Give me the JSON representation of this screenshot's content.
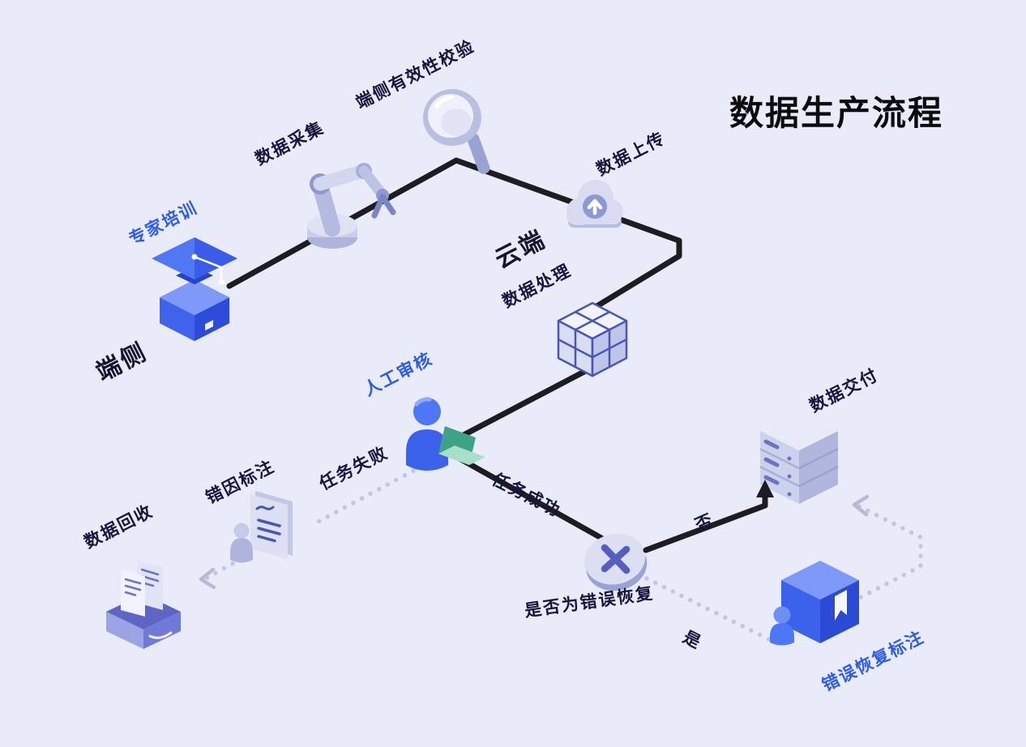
{
  "diagram": {
    "title": "数据生产流程",
    "regions": {
      "device": "端侧",
      "cloud": "云端"
    },
    "nodes": {
      "expert_training": "专家培训",
      "data_collection": "数据采集",
      "device_validation": "端侧有效性校验",
      "data_upload": "数据上传",
      "data_processing": "数据处理",
      "manual_review": "人工审核",
      "error_cause_labeling": "错因标注",
      "data_recycle": "数据回收",
      "data_delivery": "数据交付",
      "recovery_decision": "是否为错误恢复",
      "recovery_labeling": "错误恢复标注"
    },
    "edges": {
      "task_failed": "任务失败",
      "task_success": "任务成功",
      "no": "否",
      "yes": "是"
    },
    "colors": {
      "background": "#EAEBF8",
      "accent_blue": "#2E5BE8",
      "icon_blue": "#3C61EA",
      "icon_lavender": "#D9DCF1",
      "label_dark": "#16163C",
      "solid_line": "#1C1C22",
      "dotted_line": "#C3C7DE"
    }
  }
}
